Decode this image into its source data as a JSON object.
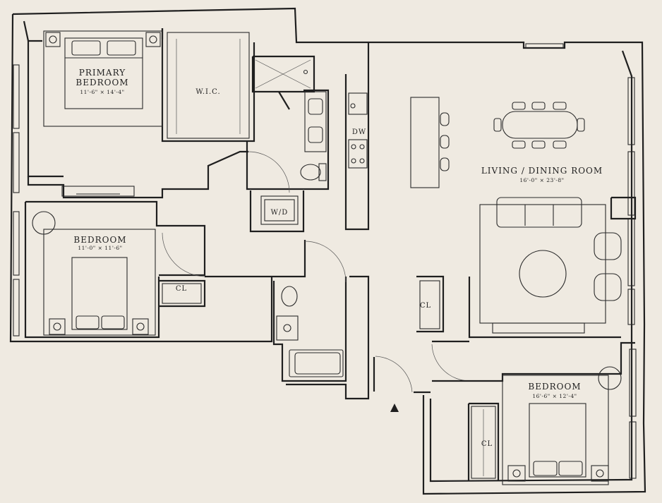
{
  "rooms": {
    "primary_bedroom": {
      "label_line1": "PRIMARY",
      "label_line2": "BEDROOM",
      "dims": "11'-6\" × 14'-4\""
    },
    "wic": {
      "label": "W.I.C."
    },
    "bedroom_west": {
      "label": "BEDROOM",
      "dims": "11'-0\" × 11'-6\""
    },
    "living_dining": {
      "label": "LIVING / DINING ROOM",
      "dims": "16'-0\" × 23'-8\""
    },
    "bedroom_south": {
      "label": "BEDROOM",
      "dims": "16'-6\" × 12'-4\""
    },
    "closet_west": {
      "label": "CL"
    },
    "closet_center": {
      "label": "CL"
    },
    "closet_south": {
      "label": "CL"
    },
    "washer_dryer": {
      "label": "W/D"
    },
    "dishwasher": {
      "label": "DW"
    }
  }
}
